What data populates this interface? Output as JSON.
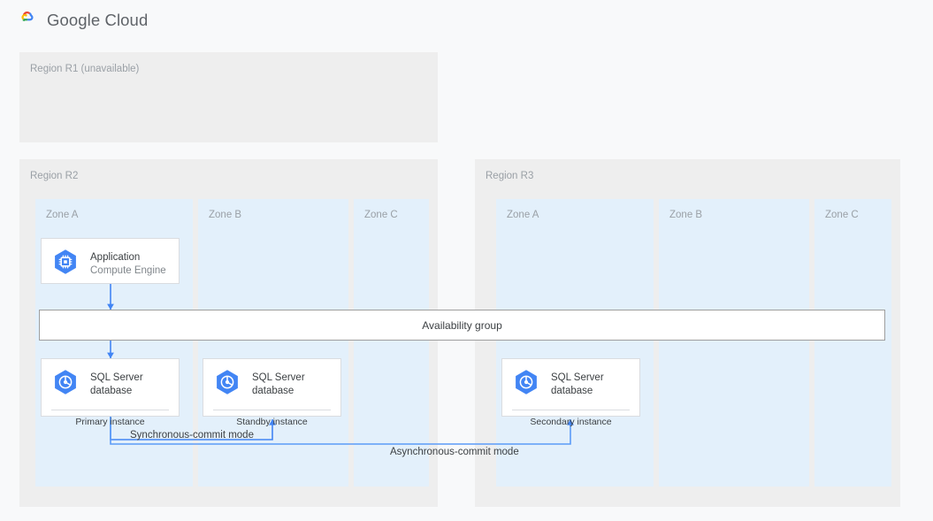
{
  "header": {
    "logo_icon": "google-cloud-logo-icon",
    "wordmark": "Google Cloud"
  },
  "colors": {
    "page_background": "#f8f9fa",
    "region_background": "#eeeeee",
    "zone_background": "#e3f0fb",
    "card_background": "#ffffff",
    "card_border": "#dadce0",
    "connector_blue": "#4285f4",
    "icon_blue": "#4285f4",
    "muted_text": "#9aa0a6",
    "body_text": "#3c4043"
  },
  "regions": [
    {
      "id": "r1",
      "label": "Region R1 (unavailable)",
      "zones": []
    },
    {
      "id": "r2",
      "label": "Region R2",
      "zones": [
        {
          "id": "r2-a",
          "label": "Zone A"
        },
        {
          "id": "r2-b",
          "label": "Zone B"
        },
        {
          "id": "r2-c",
          "label": "Zone C"
        }
      ]
    },
    {
      "id": "r3",
      "label": "Region R3",
      "zones": [
        {
          "id": "r3-a",
          "label": "Zone A"
        },
        {
          "id": "r3-b",
          "label": "Zone B"
        },
        {
          "id": "r3-c",
          "label": "Zone C"
        }
      ]
    }
  ],
  "nodes": {
    "application": {
      "icon": "compute-engine-icon",
      "title": "Application",
      "subtitle": "Compute Engine"
    },
    "db_primary": {
      "icon": "sql-server-database-icon",
      "title": "SQL Server\ndatabase",
      "footer": "Primary instance"
    },
    "db_standby": {
      "icon": "sql-server-database-icon",
      "title": "SQL Server\ndatabase",
      "footer": "Standby instance"
    },
    "db_secondary": {
      "icon": "sql-server-database-icon",
      "title": "SQL Server\ndatabase",
      "footer": "Secondary instance"
    }
  },
  "availability_group": {
    "label": "Availability group"
  },
  "connections": [
    {
      "id": "sync",
      "label": "Synchronous-commit mode",
      "from": "db_primary",
      "to": "db_standby"
    },
    {
      "id": "async",
      "label": "Asynchronous-commit mode",
      "from": "db_primary",
      "to": "db_secondary"
    },
    {
      "id": "app-to-ag",
      "label": "",
      "from": "application",
      "to": "availability_group"
    },
    {
      "id": "ag-to-primary",
      "label": "",
      "from": "availability_group",
      "to": "db_primary"
    }
  ]
}
